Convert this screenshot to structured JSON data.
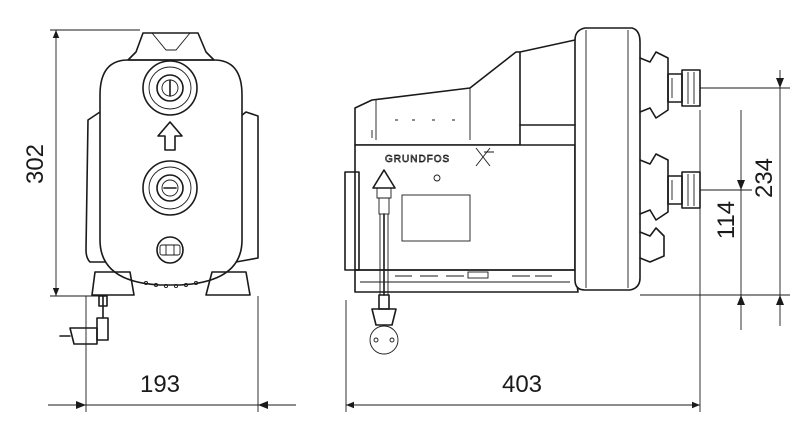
{
  "drawing": {
    "dimensions": {
      "front_height": "302",
      "front_width": "193",
      "side_width": "403",
      "outlet_height": "234",
      "inlet_height": "114"
    },
    "brand_mark": "GRUNDFOS"
  }
}
